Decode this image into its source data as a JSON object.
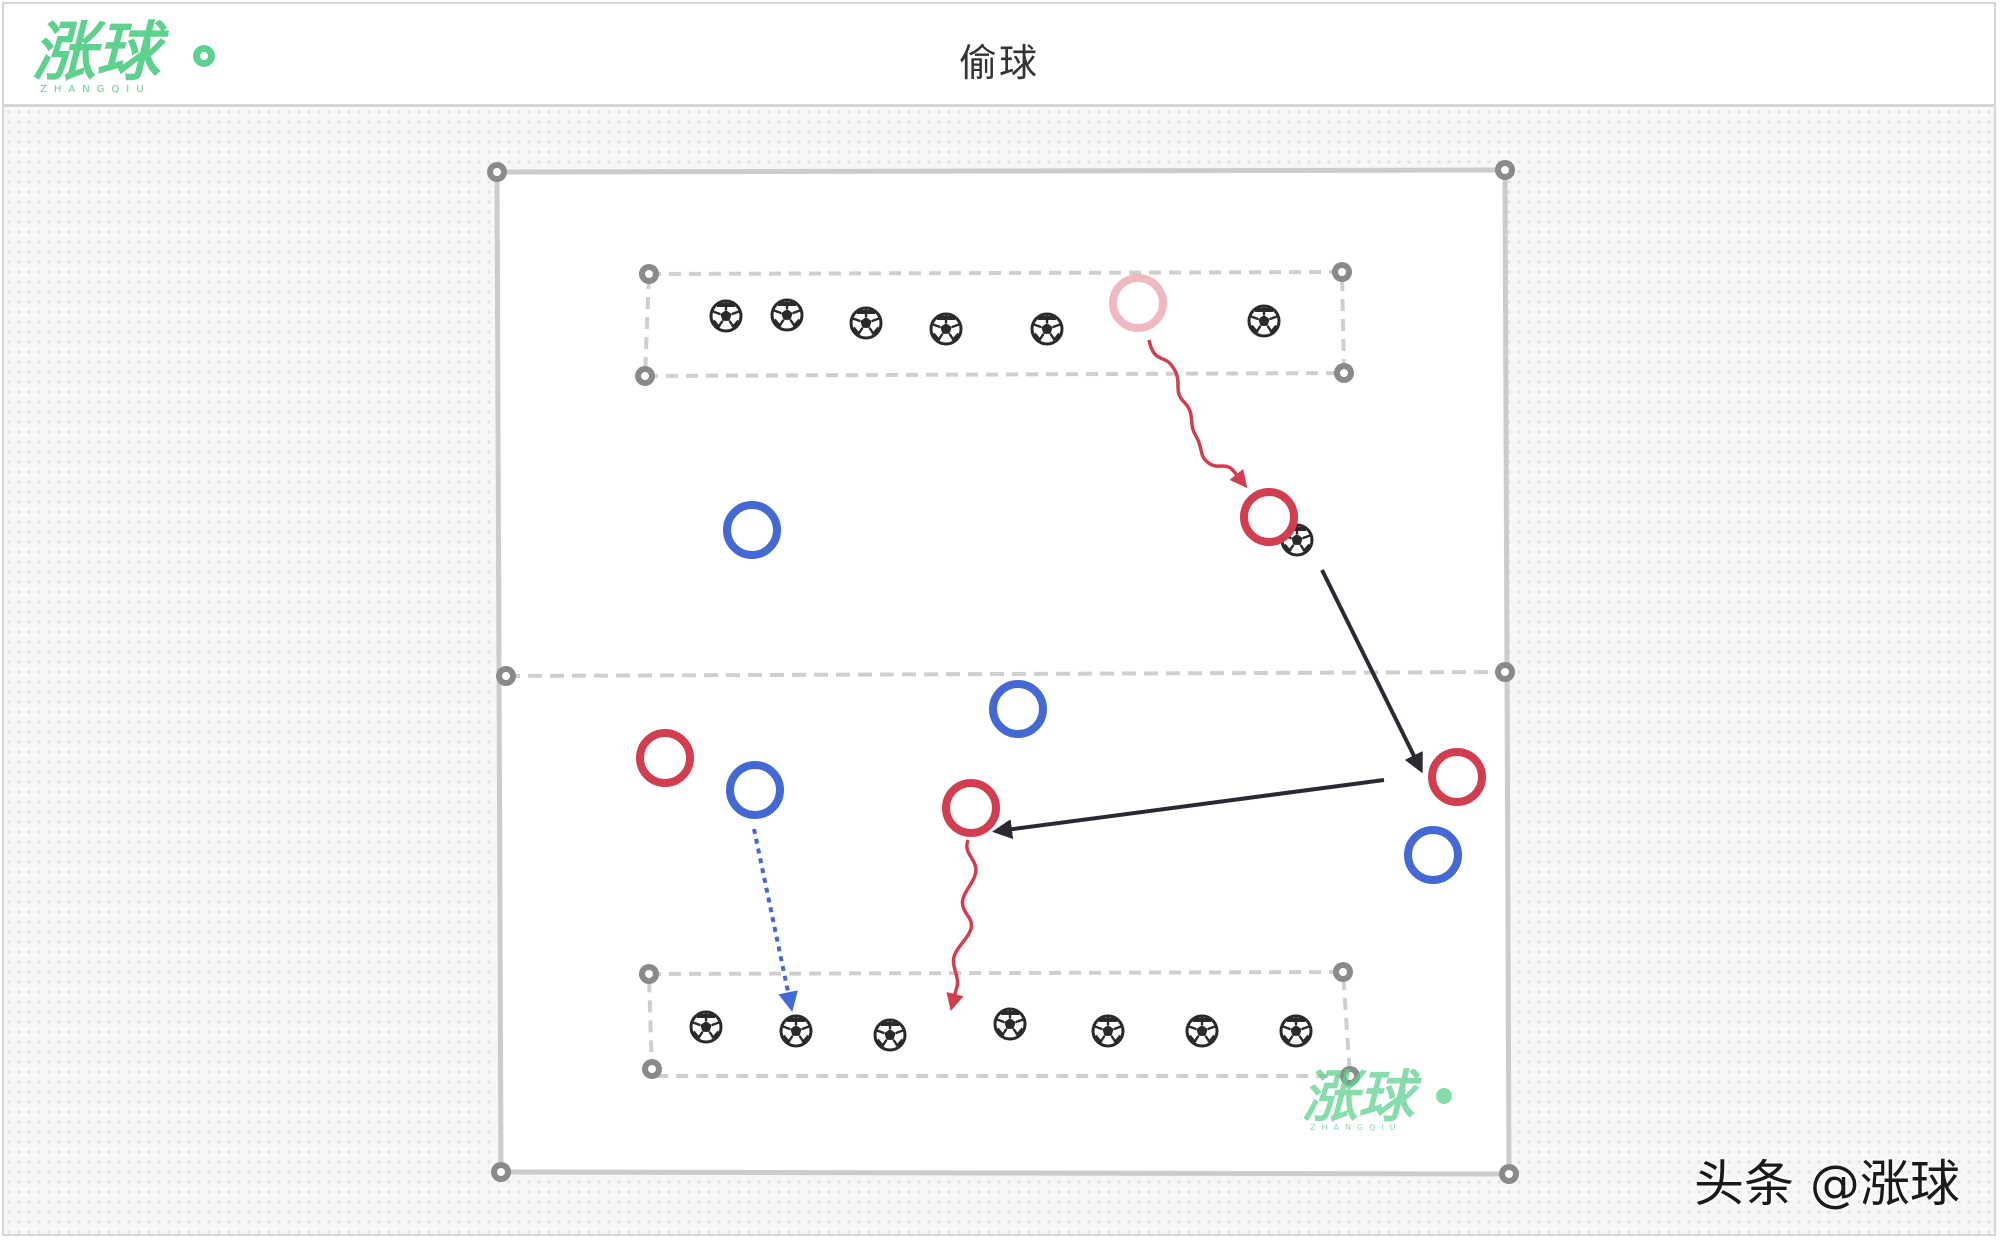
{
  "header": {
    "logo_text": "涨球",
    "logo_subtext": "ZHANGQIU",
    "title": "偷球"
  },
  "watermark": {
    "text": "涨球",
    "subtext": "ZHANGQIU"
  },
  "credit": "头条 @涨球",
  "colors": {
    "brand_green": "#5ed18e",
    "team_red": "#d33d50",
    "team_red_faded": "#f0b9c1",
    "team_blue": "#4468d4",
    "pass_arrow": "#2a2a33",
    "field_line": "#cccccc",
    "zone_line": "#cfcfcf",
    "corner_marker": "#888888"
  },
  "icons": {
    "ball": "soccer-ball-icon",
    "red_player": "red-player-icon",
    "blue_player": "blue-player-icon",
    "corner": "corner-marker-icon"
  }
}
